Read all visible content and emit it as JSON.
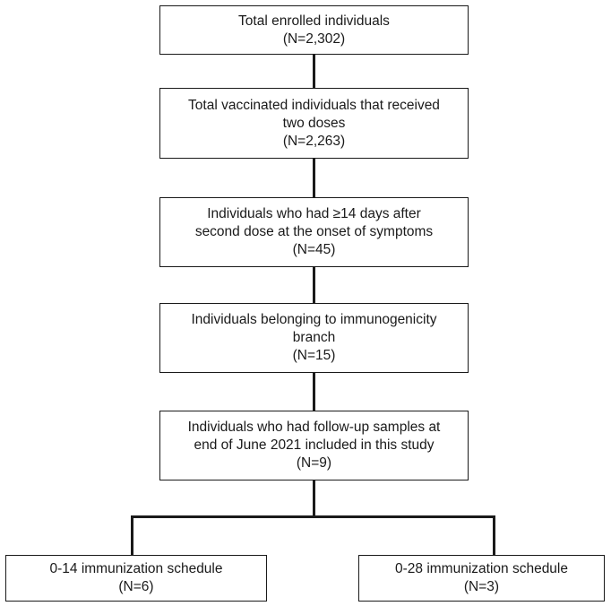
{
  "boxes": {
    "enrolled": {
      "line1": "Total enrolled individuals",
      "count": "(N=2,302)"
    },
    "vaccinated": {
      "line1": "Total vaccinated individuals that received",
      "line2": "two doses",
      "count": "(N=2,263)"
    },
    "onset": {
      "line1": "Individuals who had ≥14 days after",
      "line2": "second dose at the onset of symptoms",
      "count": "(N=45)"
    },
    "immunogenicity": {
      "line1": "Individuals belonging to immunogenicity",
      "line2": "branch",
      "count": "(N=15)"
    },
    "followup": {
      "line1": "Individuals who had follow-up samples at",
      "line2": "end of June 2021 included in this study",
      "count": "(N=9)"
    },
    "schedule_0_14": {
      "line1": "0-14 immunization schedule",
      "count": "(N=6)"
    },
    "schedule_0_28": {
      "line1": "0-28 immunization schedule",
      "count": "(N=3)"
    }
  }
}
